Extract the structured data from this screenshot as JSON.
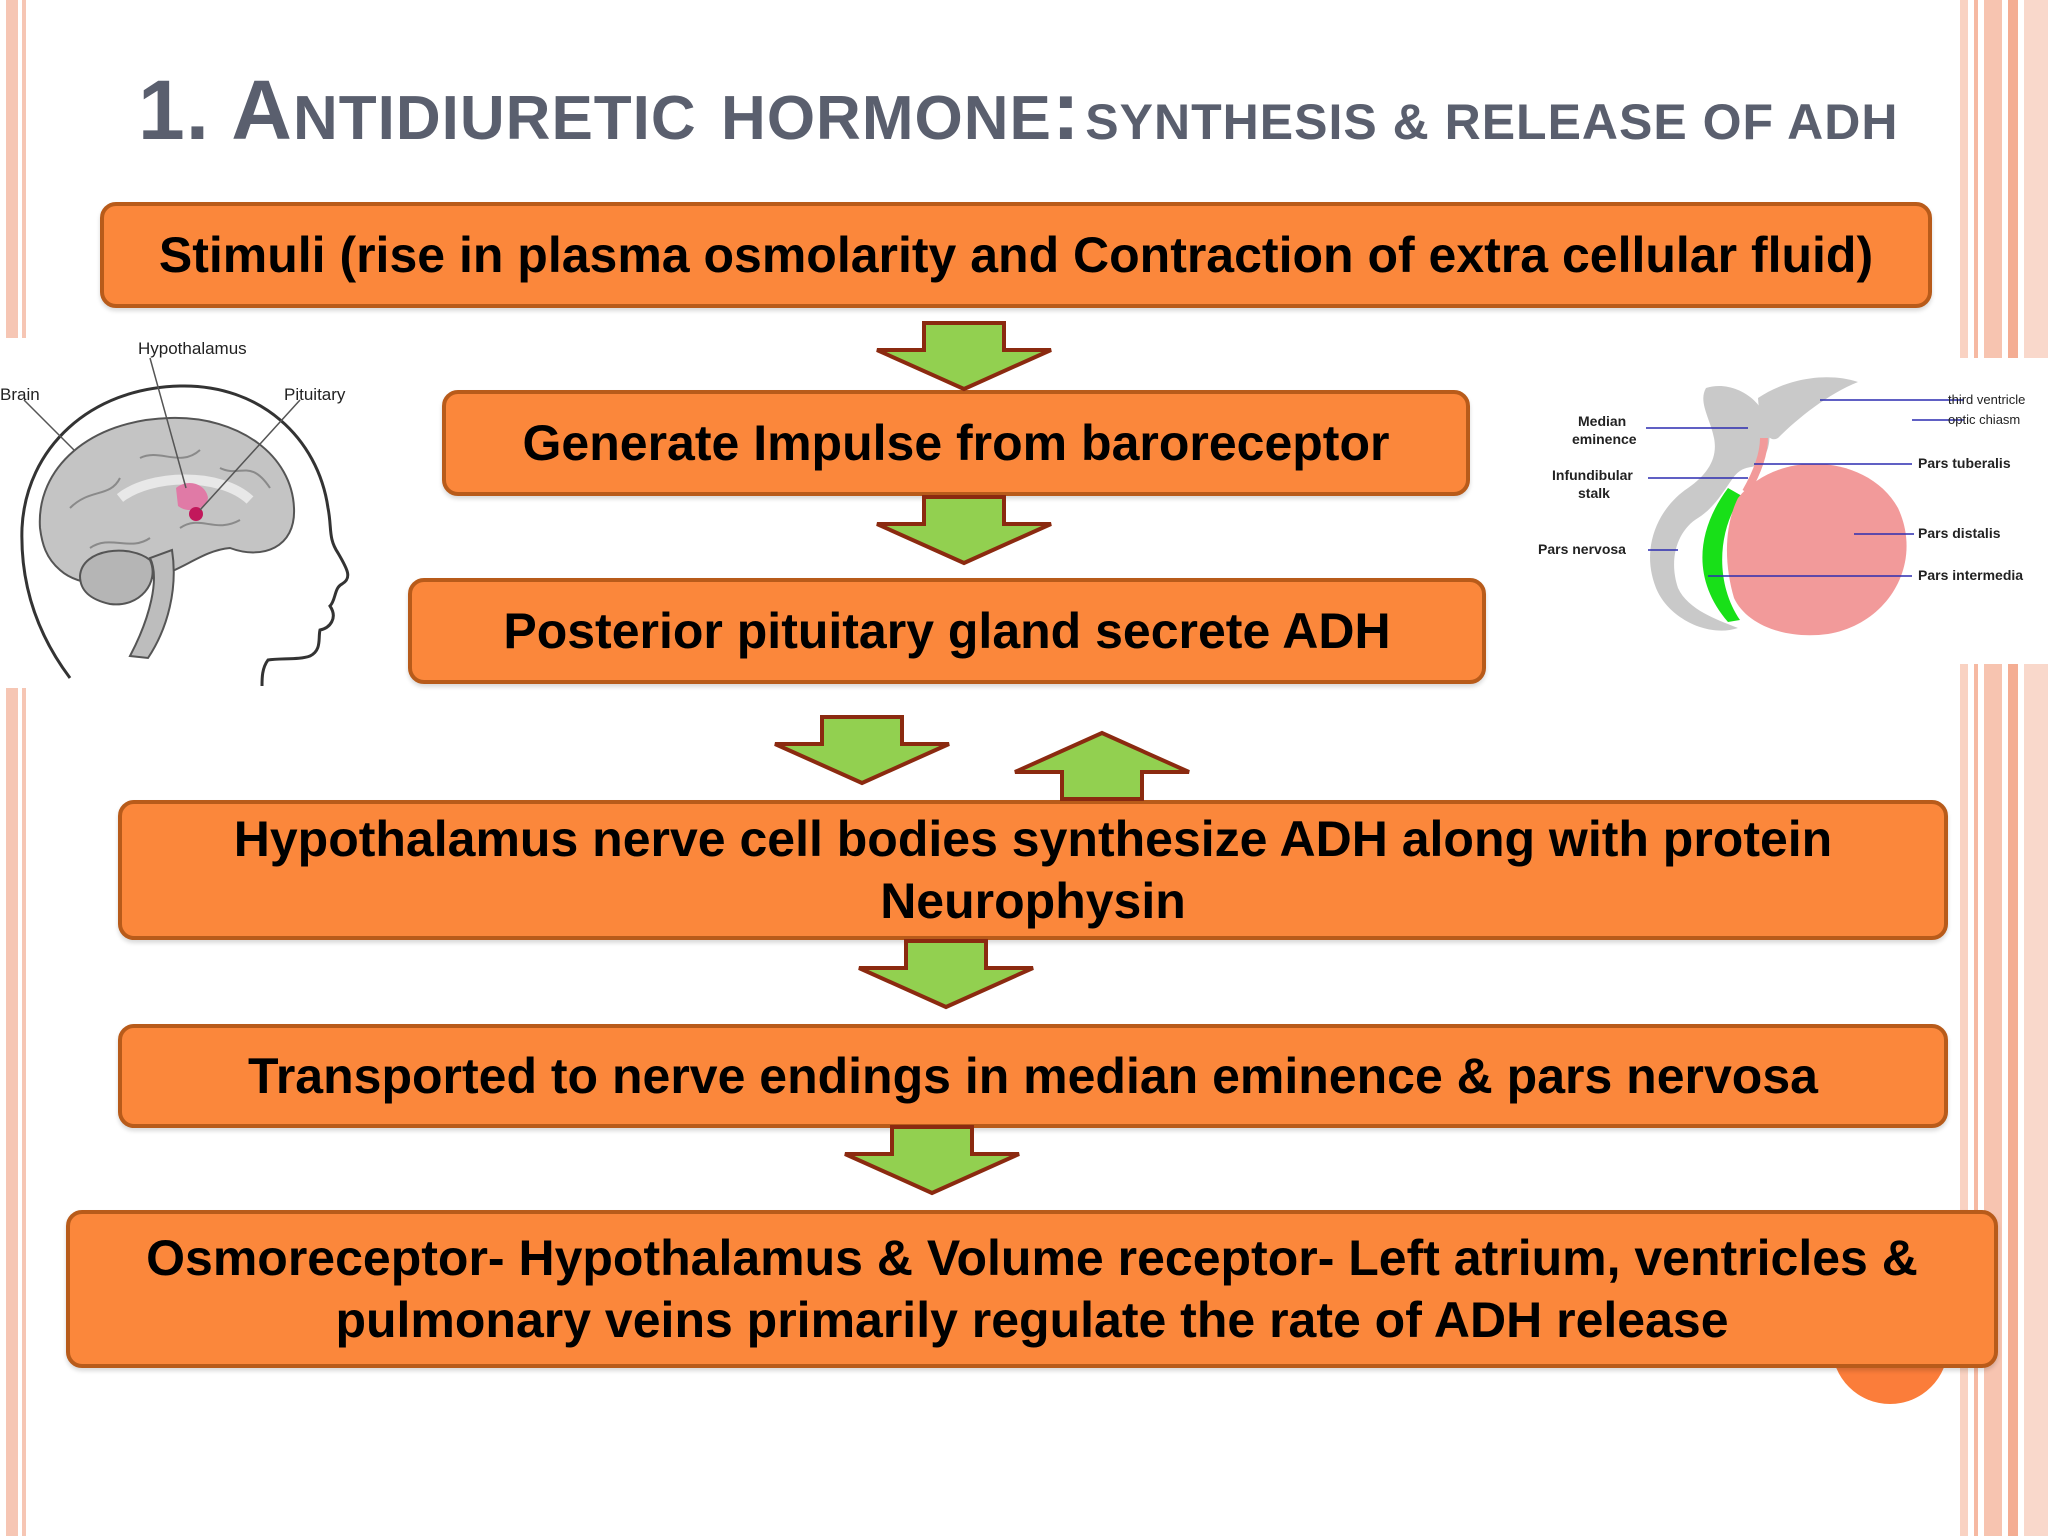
{
  "slide": {
    "title_main": "1. Antidiuretic hormone:",
    "title_sub": "synthesis & release of ADH"
  },
  "flow": {
    "step1": "Stimuli (rise in plasma osmolarity and Contraction of extra cellular fluid)",
    "step2": "Generate Impulse from baroreceptor",
    "step3": "Posterior pituitary gland secrete ADH",
    "step4": "Hypothalamus nerve cell bodies synthesize ADH along with protein Neurophysin",
    "step5": "Transported to nerve endings in median eminence & pars nervosa",
    "step6": "Osmoreceptor- Hypothalamus & Volume receptor- Left atrium, ventricles & pulmonary veins primarily regulate the rate of ADH release"
  },
  "brain_figure": {
    "label_hypothalamus": "Hypothalamus",
    "label_brain": "Brain",
    "label_pituitary": "Pituitary"
  },
  "pituitary_figure": {
    "label_third_ventricle": "third ventricle",
    "label_optic_chiasm": "optic chiasm",
    "label_median_eminence_1": "Median",
    "label_median_eminence_2": "eminence",
    "label_pars_tuberalis": "Pars tuberalis",
    "label_infundibular_1": "Infundibular",
    "label_infundibular_2": "stalk",
    "label_pars_distalis": "Pars distalis",
    "label_pars_nervosa": "Pars nervosa",
    "label_pars_intermedia": "Pars intermedia"
  },
  "colors": {
    "box_fill": "#fb873b",
    "box_border": "#b85b1a",
    "arrow_fill": "#92d050",
    "arrow_border": "#8b2a10",
    "stripe": "#f6b9a2",
    "title": "#5a5f6e"
  }
}
